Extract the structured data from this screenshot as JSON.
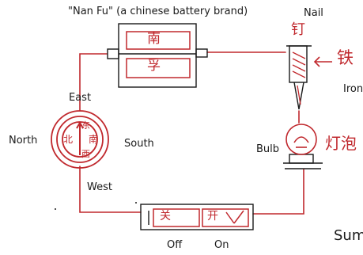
{
  "labels": {
    "battery_caption": "\"Nan Fu\" (a chinese battery brand)",
    "nail": "Nail",
    "iron": "Iron",
    "east": "East",
    "north": "North",
    "south": "South",
    "west": "West",
    "bulb": "Bulb",
    "off": "Off",
    "on": "On",
    "sum_partial": "Sum"
  },
  "handwriting": {
    "battery_top": "南",
    "battery_bottom": "孚",
    "nail_char": "钉",
    "iron_char": "铁",
    "bulb_char": "灯泡",
    "compass_n": "北",
    "compass_s": "南",
    "compass_e": "东",
    "compass_w": "西",
    "switch_off": "关",
    "switch_on": "开"
  },
  "colors": {
    "wire": "#c0282d",
    "ink": "#1a1a1a",
    "background": "#ffffff"
  }
}
